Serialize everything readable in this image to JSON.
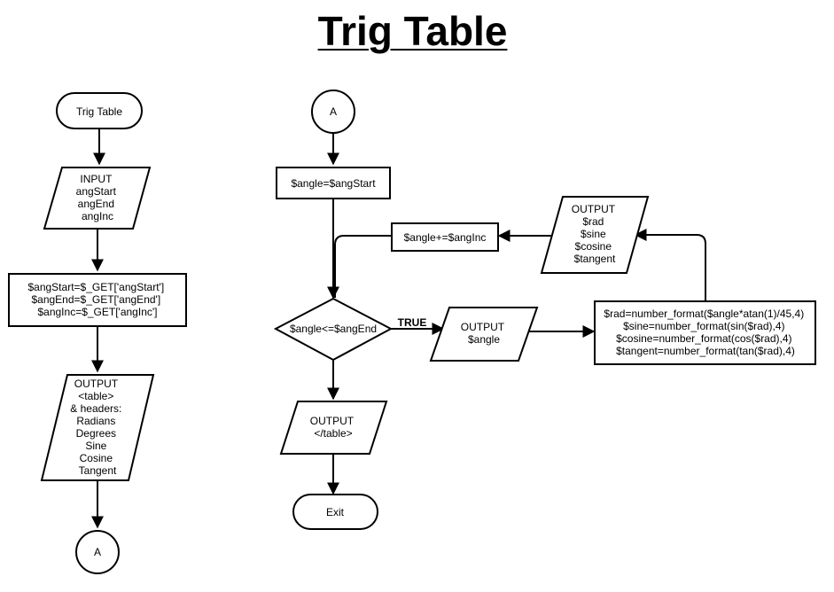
{
  "title": "Trig Table",
  "nodes": {
    "start": {
      "lines": [
        "Trig Table"
      ]
    },
    "input": {
      "lines": [
        "INPUT",
        "angStart",
        "angEnd",
        "angInc"
      ]
    },
    "get_vars": {
      "lines": [
        "$angStart=$_GET['angStart']",
        "$angEnd=$_GET['angEnd']",
        "$angInc=$_GET['angInc']"
      ]
    },
    "output_table": {
      "lines": [
        "OUTPUT",
        "<table>",
        "& headers:",
        "Radians",
        "Degrees",
        "Sine",
        "Cosine",
        "Tangent"
      ]
    },
    "connector_out": {
      "lines": [
        "A"
      ]
    },
    "connector_in": {
      "lines": [
        "A"
      ]
    },
    "init_angle": {
      "lines": [
        "$angle=$angStart"
      ]
    },
    "increment": {
      "lines": [
        "$angle+=$angInc"
      ]
    },
    "decision": {
      "lines": [
        "$angle<=$angEnd"
      ]
    },
    "output_angle": {
      "lines": [
        "OUTPUT",
        "$angle"
      ]
    },
    "compute": {
      "lines": [
        "$rad=number_format($angle*atan(1)/45,4)",
        "$sine=number_format(sin($rad),4)",
        "$cosine=number_format(cos($rad),4)",
        "$tangent=number_format(tan($rad),4)"
      ]
    },
    "output_values": {
      "lines": [
        "OUTPUT",
        "$rad",
        "$sine",
        "$cosine",
        "$tangent"
      ]
    },
    "output_close": {
      "lines": [
        "OUTPUT",
        "</table>"
      ]
    },
    "exit": {
      "lines": [
        "Exit"
      ]
    }
  },
  "edge_labels": {
    "true_label": "TRUE"
  }
}
